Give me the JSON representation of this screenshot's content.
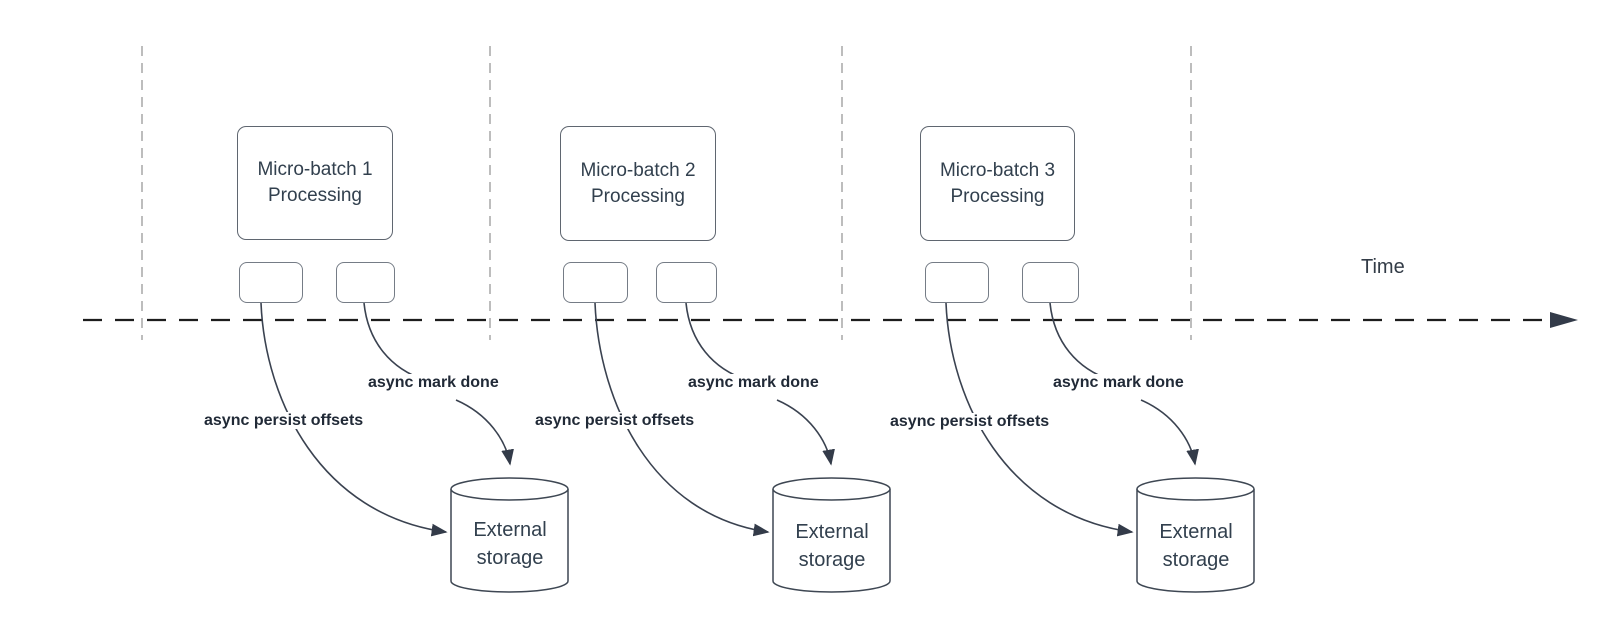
{
  "diagram": {
    "time_axis_label": "Time",
    "colors": {
      "background": "#ffffff",
      "process_box_border": "#5f6670",
      "mini_box_border": "#757c86",
      "box_text": "#32404e",
      "arrow_label_text": "#212a37",
      "curve_stroke": "#3a4250",
      "timeline_stroke": "#1d1d1d",
      "guide_line_stroke": "#b6b6b6",
      "cylinder_border": "#3e4753"
    },
    "groups": [
      {
        "process_line1": "Micro-batch 1",
        "process_line2": "Processing",
        "persist_arrow_label": "async persist offsets",
        "mark_done_arrow_label": "async mark done",
        "storage_line1": "External",
        "storage_line2": "storage"
      },
      {
        "process_line1": "Micro-batch 2",
        "process_line2": "Processing",
        "persist_arrow_label": "async persist offsets",
        "mark_done_arrow_label": "async mark done",
        "storage_line1": "External",
        "storage_line2": "storage"
      },
      {
        "process_line1": "Micro-batch 3",
        "process_line2": "Processing",
        "persist_arrow_label": "async persist offsets",
        "mark_done_arrow_label": "async mark done",
        "storage_line1": "External",
        "storage_line2": "storage"
      }
    ]
  }
}
